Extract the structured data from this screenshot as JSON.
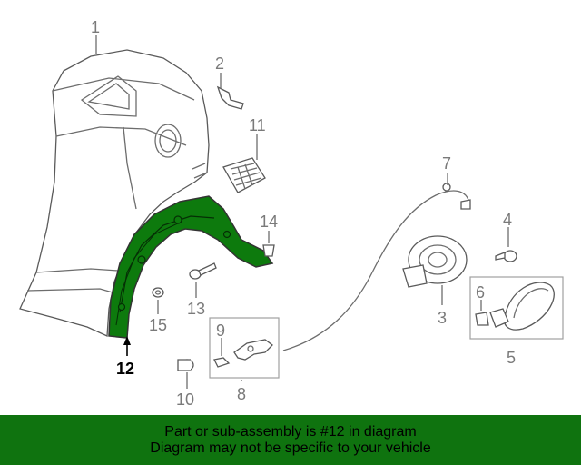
{
  "callouts": {
    "c1": "1",
    "c2": "2",
    "c3": "3",
    "c4": "4",
    "c5": "5",
    "c6": "6",
    "c7": "7",
    "c8": "8",
    "c9": "9",
    "c10": "10",
    "c11": "11",
    "c12": "12",
    "c13": "13",
    "c14": "14",
    "c15": "15"
  },
  "highlight_color": "#0d7a0d",
  "banner": {
    "line1": "Part or sub-assembly is #12 in diagram",
    "line2": "Diagram may not be specific to your vehicle",
    "color": "#0f730f"
  }
}
